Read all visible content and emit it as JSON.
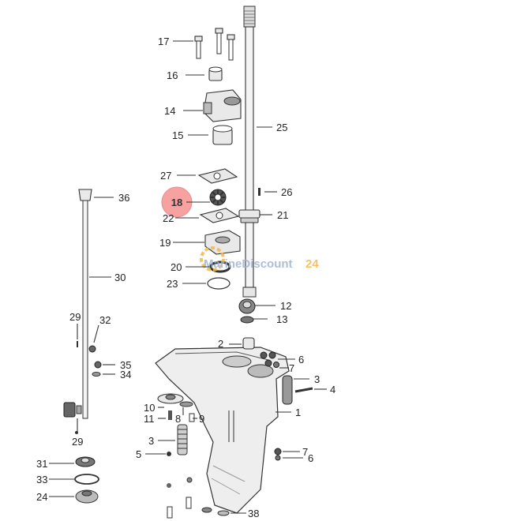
{
  "highlight": {
    "label": "18",
    "color": "#f7a1a1"
  },
  "watermark": {
    "text_a": "MarineDiscount",
    "text_b": "24",
    "color_a": "#9fb4cf",
    "color_b": "#f2b84b"
  },
  "callouts": [
    {
      "id": "c17",
      "text": "17"
    },
    {
      "id": "c16",
      "text": "16"
    },
    {
      "id": "c14",
      "text": "14"
    },
    {
      "id": "c15",
      "text": "15"
    },
    {
      "id": "c25",
      "text": "25"
    },
    {
      "id": "c27",
      "text": "27"
    },
    {
      "id": "c36",
      "text": "36"
    },
    {
      "id": "c26",
      "text": "26"
    },
    {
      "id": "c22",
      "text": "22"
    },
    {
      "id": "c21",
      "text": "21"
    },
    {
      "id": "c19",
      "text": "19"
    },
    {
      "id": "c20",
      "text": "20"
    },
    {
      "id": "c23",
      "text": "23"
    },
    {
      "id": "c30",
      "text": "30"
    },
    {
      "id": "c12",
      "text": "12"
    },
    {
      "id": "c13",
      "text": "13"
    },
    {
      "id": "c29a",
      "text": "29"
    },
    {
      "id": "c32",
      "text": "32"
    },
    {
      "id": "c2",
      "text": "2"
    },
    {
      "id": "c6a",
      "text": "6"
    },
    {
      "id": "c7a",
      "text": "7"
    },
    {
      "id": "c35",
      "text": "35"
    },
    {
      "id": "c34",
      "text": "34"
    },
    {
      "id": "c3a",
      "text": "3"
    },
    {
      "id": "c4",
      "text": "4"
    },
    {
      "id": "c10",
      "text": "10"
    },
    {
      "id": "c11",
      "text": "11"
    },
    {
      "id": "c8",
      "text": "8"
    },
    {
      "id": "c9",
      "text": "9"
    },
    {
      "id": "c1",
      "text": "1"
    },
    {
      "id": "c29b",
      "text": "29"
    },
    {
      "id": "c3b",
      "text": "3"
    },
    {
      "id": "c5",
      "text": "5"
    },
    {
      "id": "c7b",
      "text": "7"
    },
    {
      "id": "c6b",
      "text": "6"
    },
    {
      "id": "c31",
      "text": "31"
    },
    {
      "id": "c33",
      "text": "33"
    },
    {
      "id": "c24",
      "text": "24"
    },
    {
      "id": "c38",
      "text": "38"
    }
  ]
}
